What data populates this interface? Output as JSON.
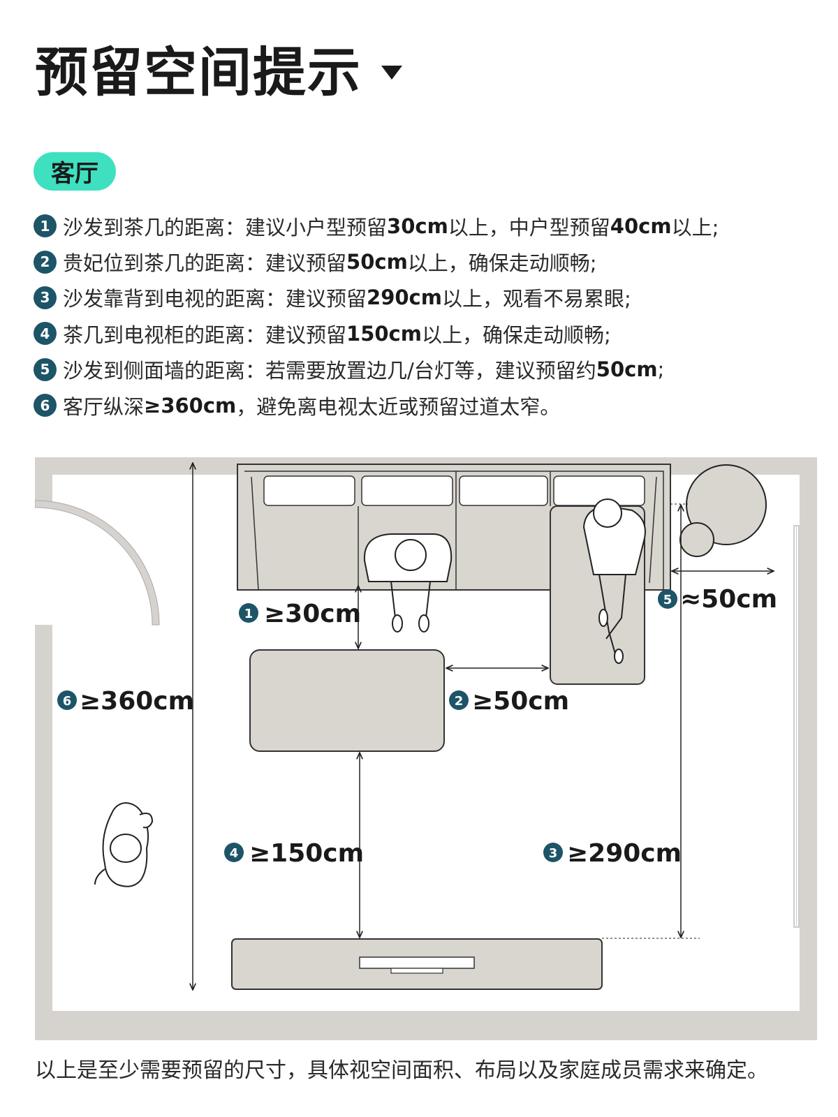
{
  "header": {
    "title": "预留空间提示",
    "caret_icon": "triangle-down-icon"
  },
  "section": {
    "badge": "客厅",
    "badge_color": "#3ee0c0"
  },
  "tips": [
    {
      "num": "1",
      "pre": "沙发到茶几的距离：建议小户型预留",
      "v1": "30cm",
      "mid": "以上，中户型预留",
      "v2": "40cm",
      "post": "以上;"
    },
    {
      "num": "2",
      "pre": "贵妃位到茶几的距离：建议预留",
      "v1": "50cm",
      "mid": "以上，确保走动顺畅;",
      "v2": "",
      "post": ""
    },
    {
      "num": "3",
      "pre": "沙发靠背到电视的距离：建议预留",
      "v1": "290cm",
      "mid": "以上，观看不易累眼;",
      "v2": "",
      "post": ""
    },
    {
      "num": "4",
      "pre": "茶几到电视柜的距离：建议预留",
      "v1": "150cm",
      "mid": "以上，确保走动顺畅;",
      "v2": "",
      "post": ""
    },
    {
      "num": "5",
      "pre": "沙发到侧面墙的距离：若需要放置边几/台灯等，建议预留约",
      "v1": "50cm",
      "mid": ";",
      "v2": "",
      "post": ""
    },
    {
      "num": "6",
      "pre": "客厅纵深",
      "v1": "≥360cm",
      "mid": "，避免离电视太近或预留过道太窄。",
      "v2": "",
      "post": ""
    }
  ],
  "plan": {
    "labels": [
      {
        "num": "1",
        "text": "≥30cm"
      },
      {
        "num": "2",
        "text": "≥50cm"
      },
      {
        "num": "3",
        "text": "≥290cm"
      },
      {
        "num": "4",
        "text": "≥150cm"
      },
      {
        "num": "5",
        "text": "≈50cm"
      },
      {
        "num": "6",
        "text": "≥360cm"
      }
    ],
    "colors": {
      "wall": "#d6d3ce",
      "furniture": "#d9d5cf",
      "badge": "#1d5467"
    }
  },
  "footer": "以上是至少需要预留的尺寸，具体视空间面积、布局以及家庭成员需求来确定。"
}
